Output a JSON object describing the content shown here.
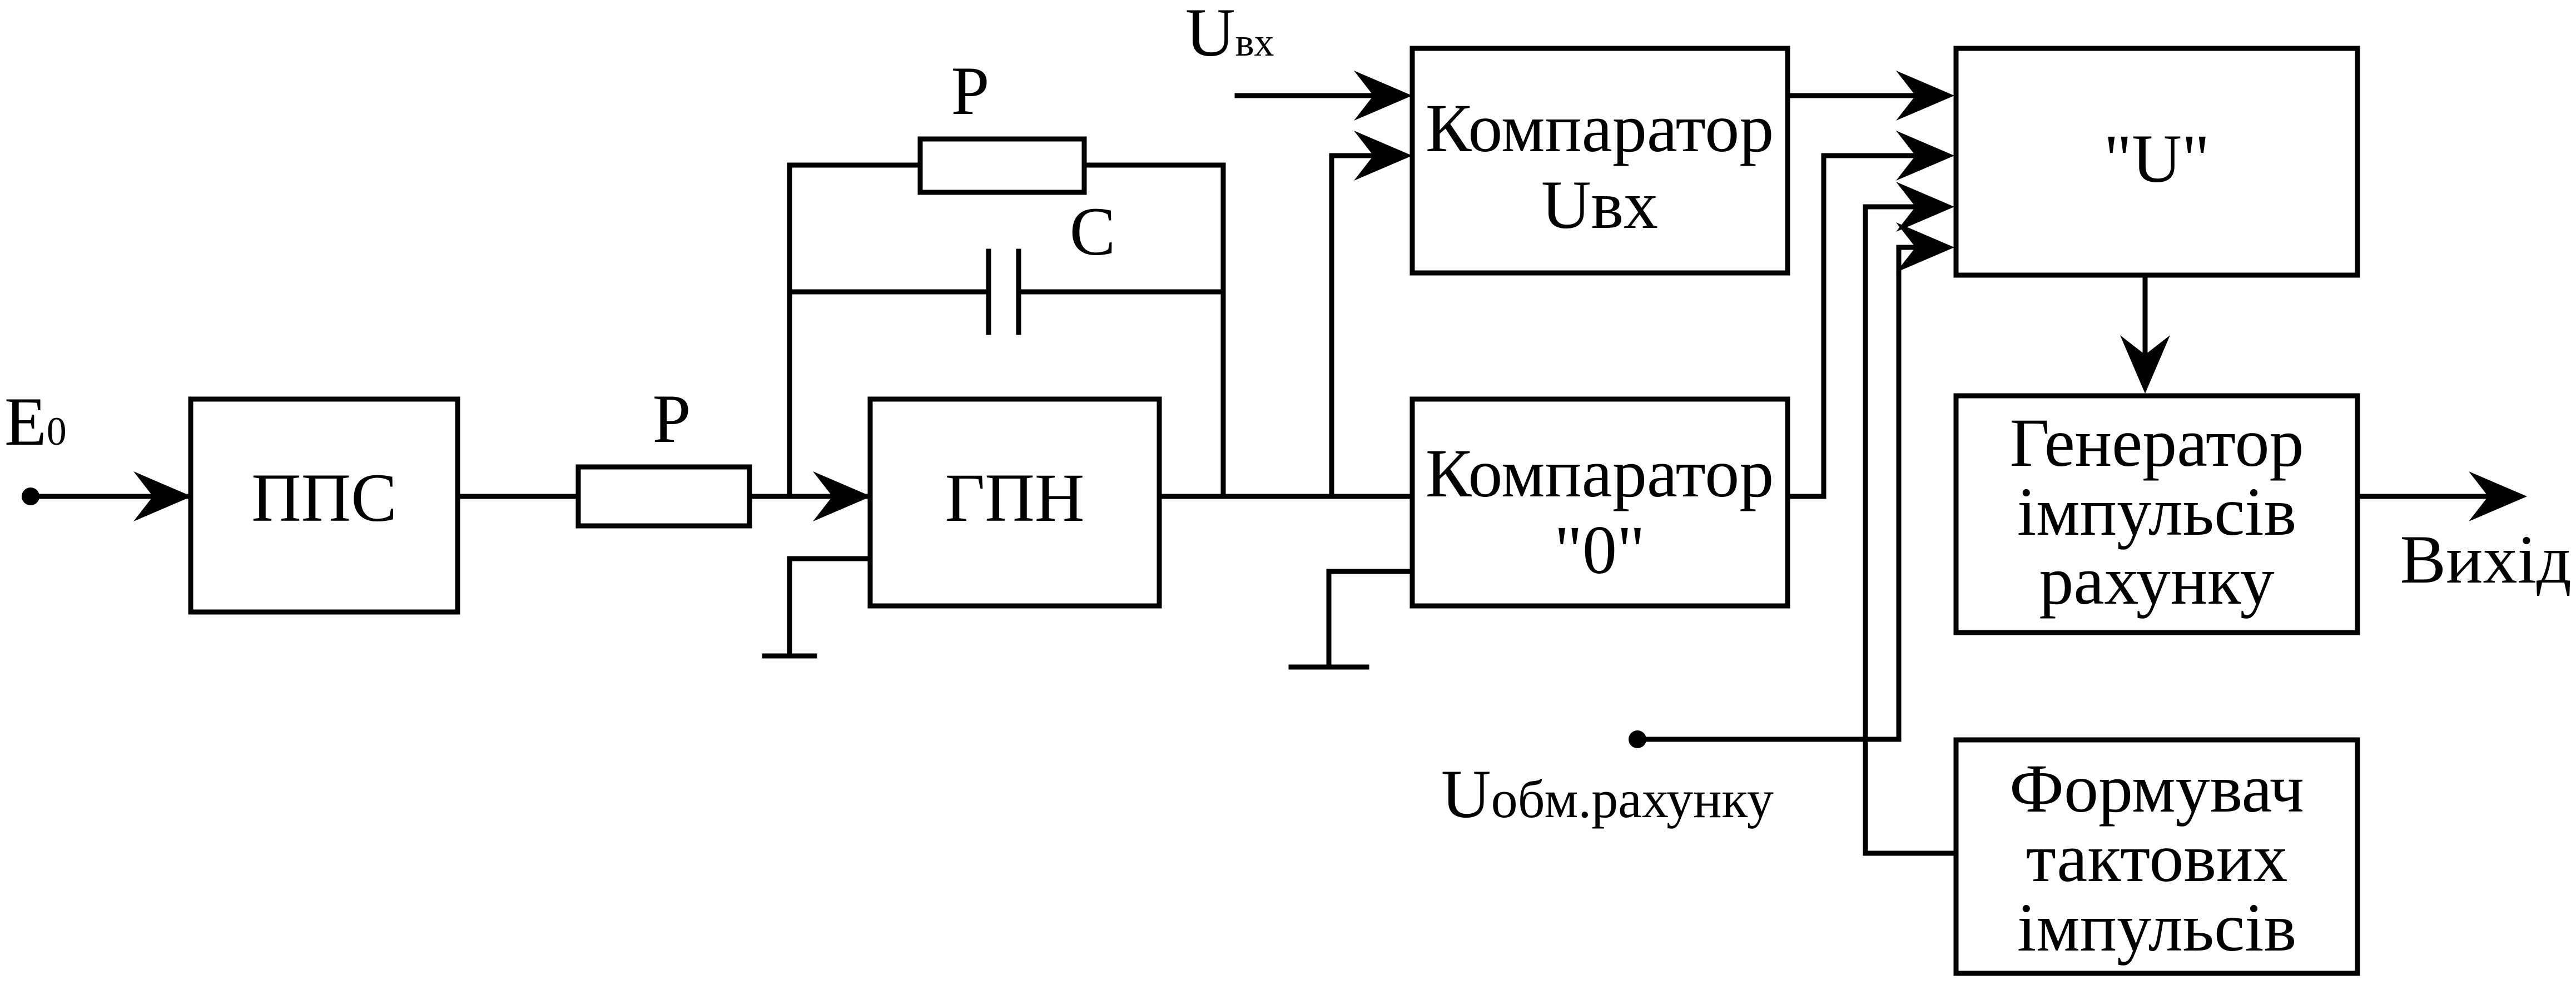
{
  "blocks": {
    "pps": "ППС",
    "gpn": "ГПН",
    "comp_uvx": [
      "Компаратор",
      "Uвх"
    ],
    "comp_zero": [
      "Компаратор",
      "\"0\""
    ],
    "and_gate": "\"U\"",
    "count_gen": [
      "Генератор",
      "імпульсів",
      "рахунку"
    ],
    "clock_former": [
      "Формувач",
      "тактових",
      "імпульсів"
    ]
  },
  "labels": {
    "e0_main": "E",
    "e0_sub": "0",
    "r_series": "Р",
    "r_feedback": "Р",
    "c_feedback": "С",
    "uvx_main": "U",
    "uvx_sub": "вх",
    "uobm_main": "U",
    "uobm_sub": "обм.рахунку",
    "output": "Вихід"
  }
}
